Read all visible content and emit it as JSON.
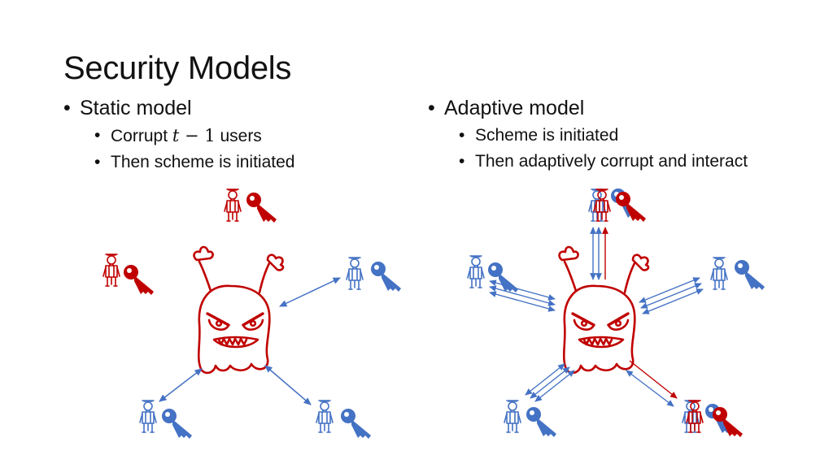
{
  "slide": {
    "title": "Security Models",
    "left": {
      "heading": "Static model",
      "items": [
        {
          "pre": "Corrupt ",
          "var": "t",
          "op": " − 1",
          "post": " users"
        },
        {
          "text": "Then scheme is initiated"
        }
      ]
    },
    "right": {
      "heading": "Adaptive model",
      "items": [
        {
          "text": "Scheme is initiated"
        },
        {
          "text": "Then adaptively corrupt and interact"
        }
      ]
    }
  },
  "colors": {
    "corrupted": "#c00000",
    "honest": "#4472c4",
    "text": "#111111"
  },
  "icons": {
    "adversary": "monster-icon",
    "user": "person-icon",
    "key": "key-icon"
  }
}
